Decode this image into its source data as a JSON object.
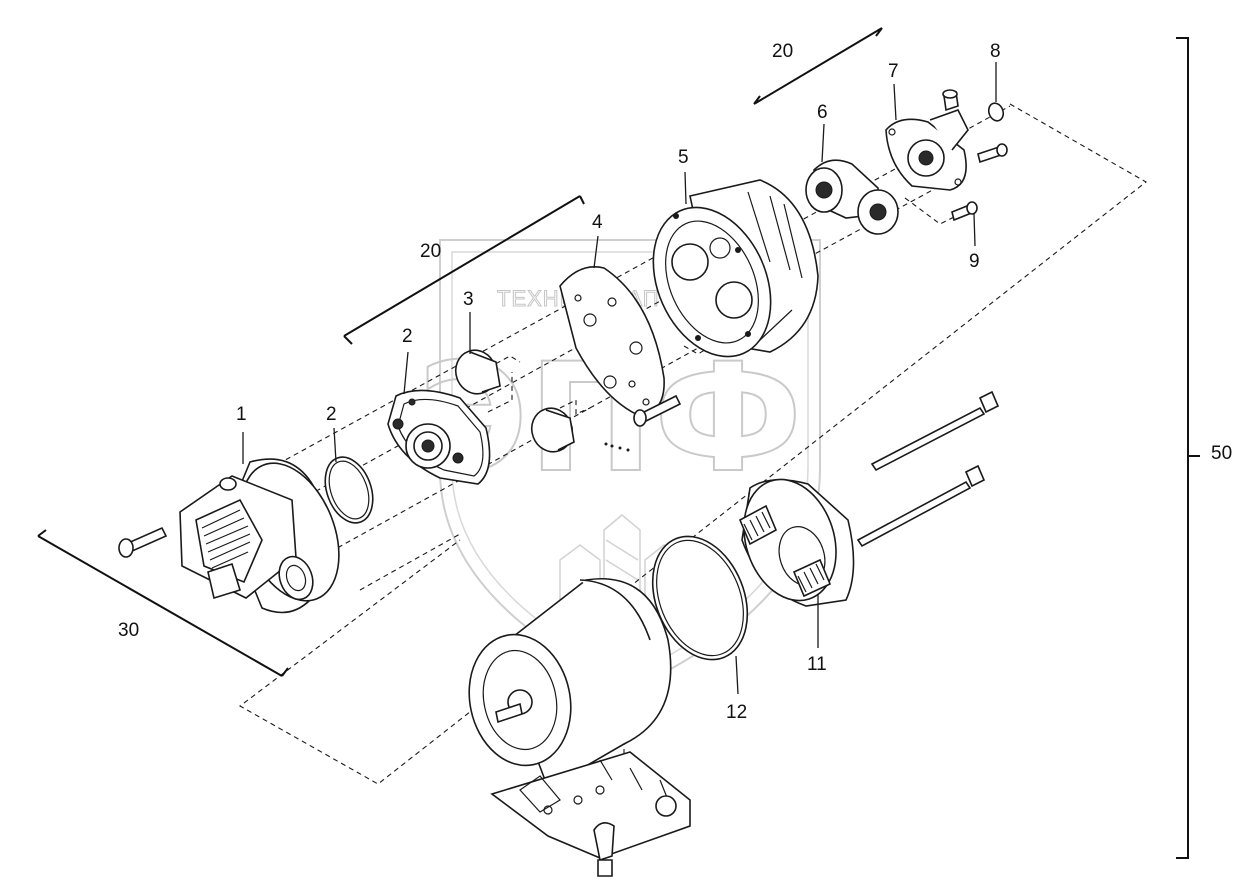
{
  "watermark": {
    "brand_text": "ТЕХНИКА ЗАПЧАСТИ",
    "logo_letters": "ЭПФ"
  },
  "callouts": {
    "p1": "1",
    "p2a": "2",
    "p2b": "2",
    "p3": "3",
    "p4": "4",
    "p5": "5",
    "p6": "6",
    "p7": "7",
    "p8": "8",
    "p9": "9",
    "p11": "11",
    "p12": "12",
    "g20a": "20",
    "g20b": "20",
    "g30": "30",
    "g50": "50"
  },
  "colors": {
    "line": "#1a1a1a",
    "watermark": "#c6c6c6",
    "background": "#ffffff"
  }
}
